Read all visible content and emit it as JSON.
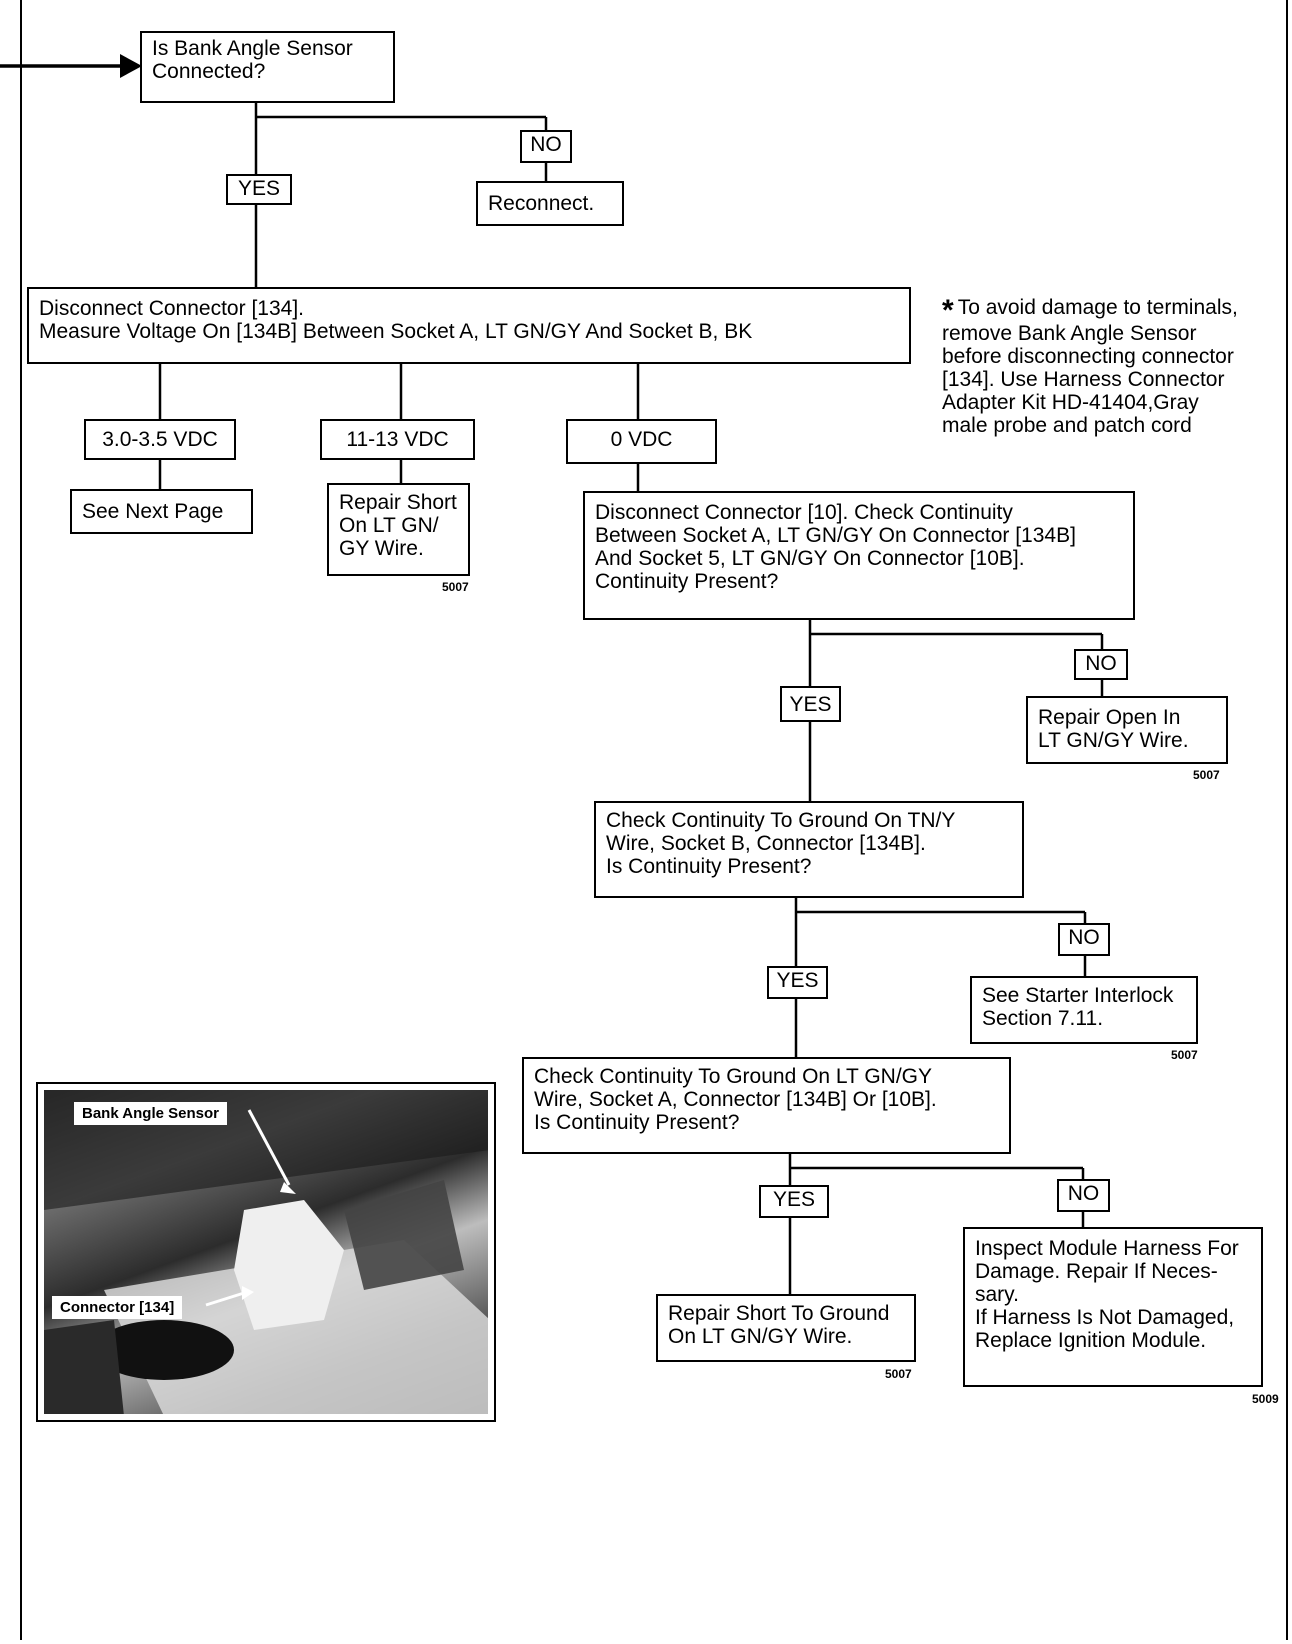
{
  "flowchart": {
    "start": "Is Bank Angle Sensor\nConnected?",
    "yes": "YES",
    "no": "NO",
    "reconnect": "Reconnect.",
    "measure": "Disconnect Connector [134].\nMeasure Voltage On [134B] Between Socket A, LT GN/GY And Socket B, BK",
    "v1": "3.0-3.5 VDC",
    "v2": "11-13 VDC",
    "v3": "0 VDC",
    "see_next": "See Next Page",
    "repair_short_ltgn": "Repair Short\nOn LT GN/\nGY Wire.",
    "check_10": "Disconnect Connector [10]. Check Continuity\nBetween Socket A, LT GN/GY On Connector [134B]\nAnd Socket 5, LT GN/GY On Connector [10B].\nContinuity Present?",
    "repair_open": "Repair Open In\nLT GN/GY Wire.",
    "check_tny": "Check Continuity To Ground On TN/Y\nWire, Socket B, Connector [134B].\nIs Continuity Present?",
    "see_starter": "See Starter Interlock\nSection 7.11.",
    "check_ltgn_ground": "Check Continuity To Ground On LT GN/GY\nWire, Socket A, Connector [134B] Or [10B].\nIs Continuity Present?",
    "repair_short_ground": "Repair Short To Ground\nOn LT GN/GY Wire.",
    "inspect_module": "Inspect Module Harness For\nDamage. Repair If Neces-\nsary.\nIf Harness Is Not Damaged,\nReplace Ignition Module.",
    "fig_5007": "5007",
    "fig_5009": "5009"
  },
  "note": {
    "star": "*",
    "text": "To avoid damage to terminals,\nremove Bank Angle Sensor\nbefore disconnecting connector\n[134]. Use Harness Connector\nAdapter Kit HD-41404,Gray\nmale probe and patch cord"
  },
  "photo": {
    "label_sensor": "Bank Angle Sensor",
    "label_connector": "Connector [134]"
  }
}
